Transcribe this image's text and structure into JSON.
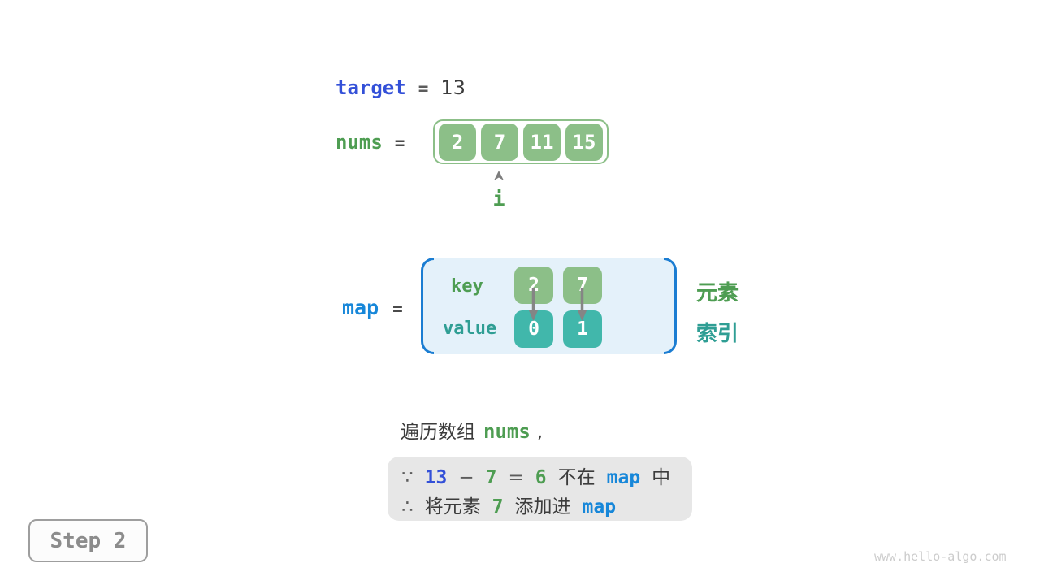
{
  "colors": {
    "array_cell_green": "#8CBF88",
    "map_value_teal": "#41B7AB",
    "green_text": "#4E9D52",
    "teal_text": "#2F9E94",
    "royal_blue": "#3350D8",
    "azure_blue": "#1787D9",
    "map_bg": "#E4F1FA",
    "bracket_blue": "#1B7DD2",
    "note_bg": "#E7E7E7"
  },
  "target_line": {
    "var": "target",
    "op": "=",
    "value": "13"
  },
  "nums_line": {
    "var": "nums",
    "op": "=",
    "cells": [
      "2",
      "7",
      "11",
      "15"
    ],
    "pointer": "i"
  },
  "map_block": {
    "var": "map",
    "op": "=",
    "key_label": "key",
    "value_label": "value",
    "keys": [
      "2",
      "7"
    ],
    "values": [
      "0",
      "1"
    ],
    "element_label": "元素",
    "index_label": "索引"
  },
  "caption": {
    "prefix": "遍历数组",
    "code": "nums",
    "comma": ","
  },
  "note": {
    "line1": {
      "because": "∵",
      "minuend": "13",
      "minus": "−",
      "subtrahend": "7",
      "equals": "=",
      "difference": "6",
      "not_in": "不在",
      "map_var": "map",
      "suffix": "中"
    },
    "line2": {
      "therefore": "∴",
      "prefix": "将元素",
      "element": "7",
      "action": "添加进",
      "map_var": "map"
    }
  },
  "footer": {
    "step": "Step 2",
    "watermark": "www.hello-algo.com"
  }
}
